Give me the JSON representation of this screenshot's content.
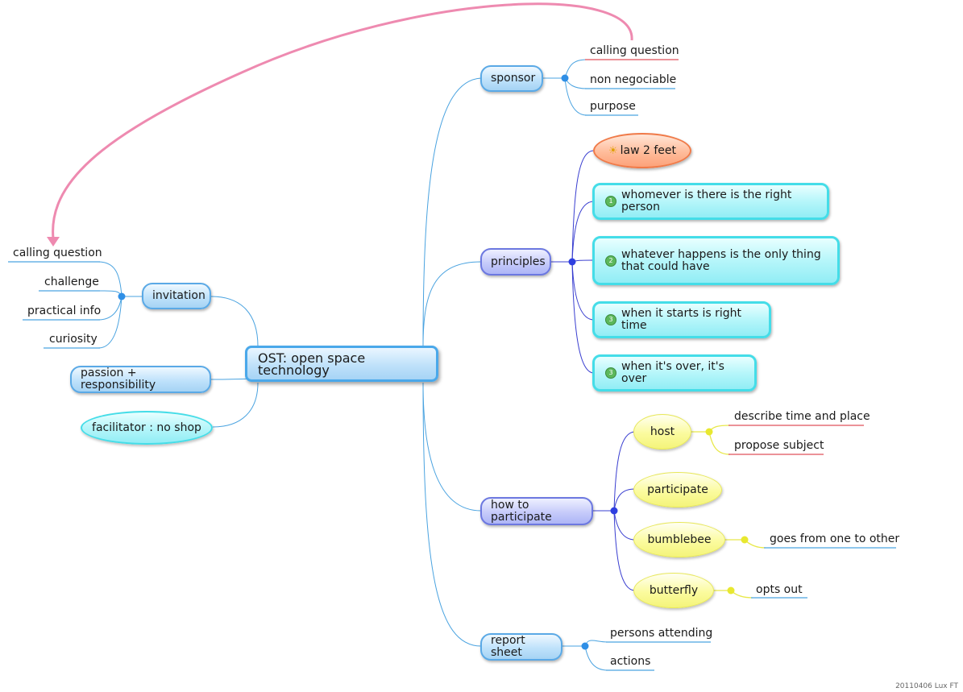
{
  "central": {
    "title": "OST: open space technology"
  },
  "left": {
    "invitation": {
      "label": "invitation",
      "children": [
        "calling question",
        "challenge",
        "practical info",
        "curiosity"
      ]
    },
    "passion": "passion + responsibility",
    "facilitator": "facilitator : no shop"
  },
  "right": {
    "sponsor": {
      "label": "sponsor",
      "children": [
        "calling question",
        "non negociable",
        "purpose"
      ]
    },
    "principles": {
      "label": "principles",
      "law": "law 2 feet",
      "items": [
        {
          "badge": "1",
          "text": "whomever is there is the right person"
        },
        {
          "badge": "2",
          "text": "whatever happens is the only thing that could have"
        },
        {
          "badge": "3",
          "text": "when it starts is right time"
        },
        {
          "badge": "3",
          "text": "when it's over, it's over"
        }
      ]
    },
    "participate": {
      "label": "how to participate",
      "host": {
        "label": "host",
        "children": [
          "describe time and place",
          "propose subject"
        ]
      },
      "participate": "participate",
      "bumblebee": {
        "label": "bumblebee",
        "child": "goes from one to other"
      },
      "butterfly": {
        "label": "butterfly",
        "child": "opts out"
      }
    },
    "report": {
      "label": "report sheet",
      "children": [
        "persons attending",
        "actions"
      ]
    }
  },
  "colors": {
    "branch_blue": "#4aa3e0",
    "branch_violet": "#3a3fd0",
    "branch_yellow": "#e8e84a",
    "relation_pink": "#ee8ab0",
    "underline_red": "#e0505a"
  },
  "footer": "20110406 Lux FT"
}
